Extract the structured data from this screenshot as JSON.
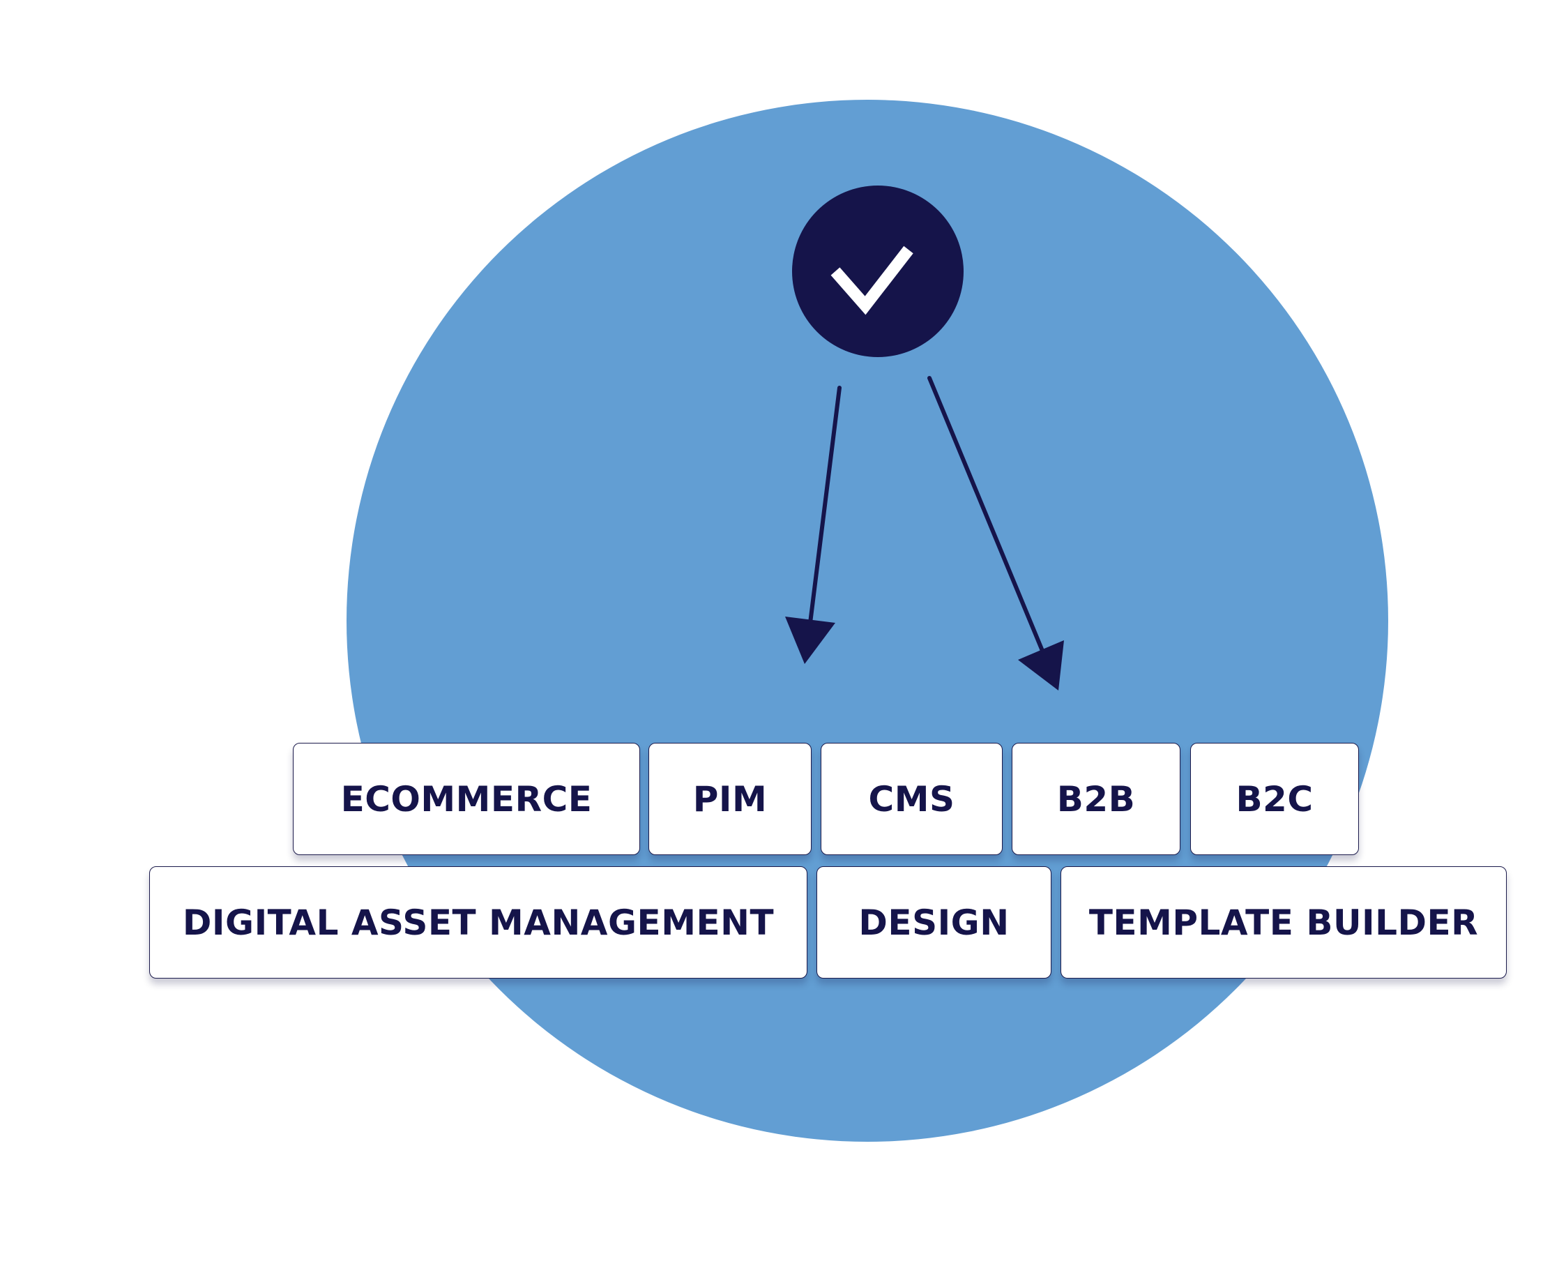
{
  "colors": {
    "circle": "#629ed3",
    "navy": "#15144a",
    "check": "#ffffff",
    "box_bg": "#ffffff",
    "box_text": "#15144a"
  },
  "badge": {
    "icon": "checkmark-icon"
  },
  "arrows": [
    {
      "name": "arrow-left",
      "icon": "arrow-down-icon"
    },
    {
      "name": "arrow-right",
      "icon": "arrow-down-icon"
    }
  ],
  "modules": {
    "row1": [
      "ECOMMERCE",
      "PIM",
      "CMS",
      "B2B",
      "B2C"
    ],
    "row2": [
      "DIGITAL ASSET MANAGEMENT",
      "DESIGN",
      "TEMPLATE BUILDER"
    ]
  }
}
